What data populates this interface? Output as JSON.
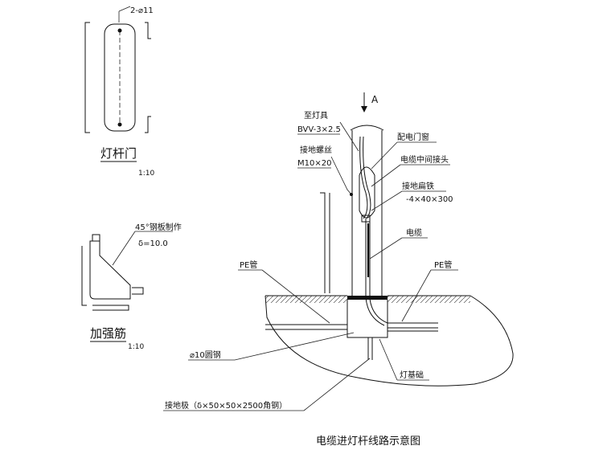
{
  "door": {
    "hole_label": "2-⌀11",
    "title": "灯杆门",
    "scale": "1:10"
  },
  "rib": {
    "material_label": "45°钢板制作",
    "thickness_label": "δ=10.0",
    "title": "加强筋",
    "scale": "1:10"
  },
  "main": {
    "view_marker": "A",
    "cable_to_lamp_line1": "至灯具",
    "cable_to_lamp_line2": "BVV-3×2.5",
    "ground_bolt_line1": "接地螺丝",
    "ground_bolt_line2": "M10×20",
    "door_label": "配电门窗",
    "joint_label": "电缆中间接头",
    "flat_steel_line1": "接地扁铁",
    "flat_steel_line2": "-4×40×300",
    "cable_label": "电缆",
    "pe_pipe_left": "PE管",
    "pe_pipe_right": "PE管",
    "ring_steel": "⌀10圆钢",
    "foundation": "灯基础",
    "ground_rod": "接地极（δ×50×50×2500角钢）",
    "caption": "电缆进灯杆线路示意图"
  },
  "colors": {
    "line": "#111111",
    "background": "#ffffff"
  }
}
